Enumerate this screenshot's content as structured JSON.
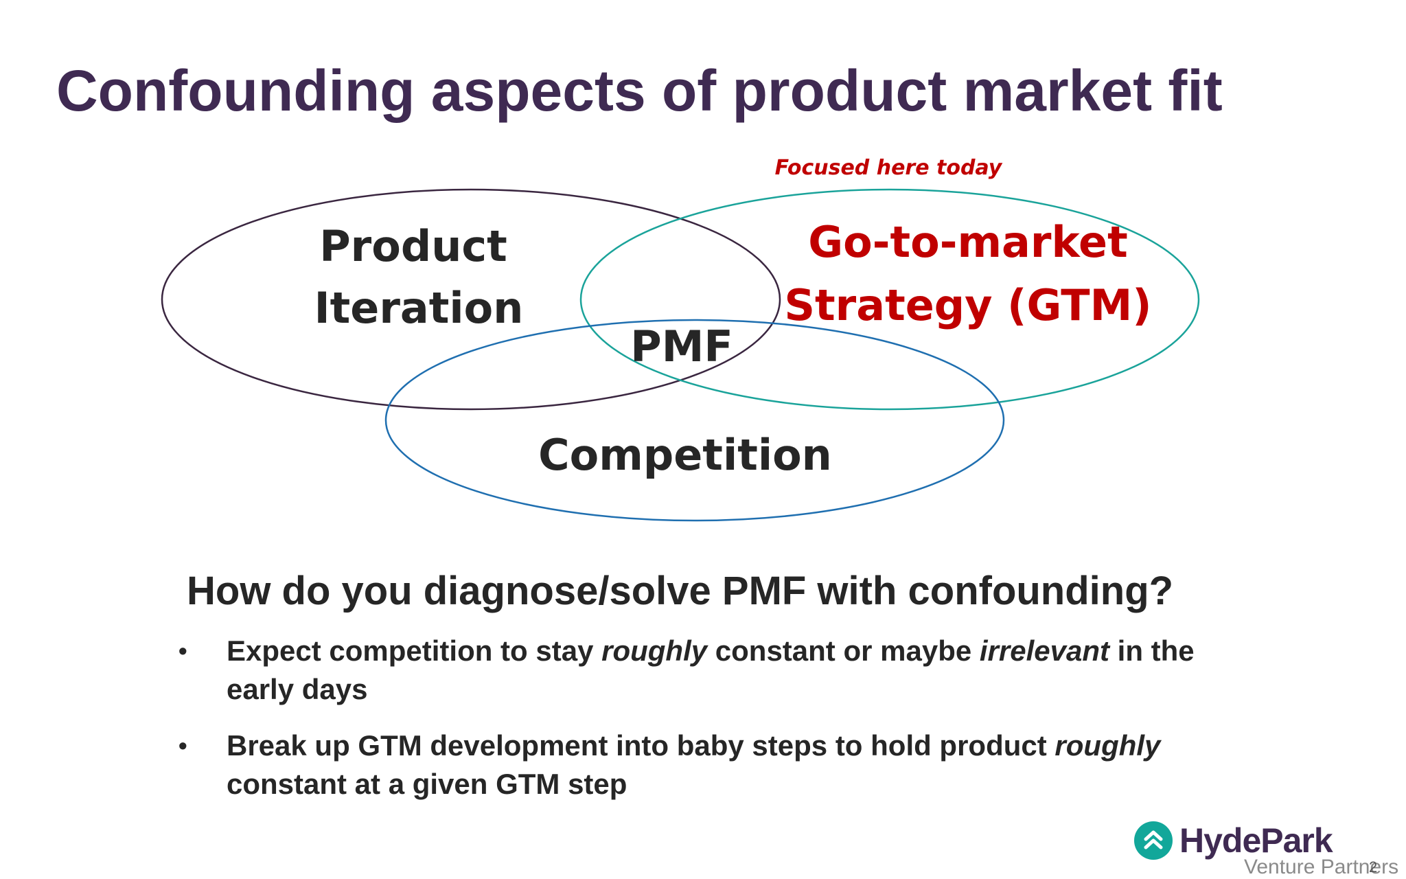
{
  "slide": {
    "title": "Confounding aspects of product market fit",
    "page_number": "2"
  },
  "venn": {
    "annotation": "Focused here today",
    "product_line1": "Product",
    "product_line2": "Iteration",
    "gtm_line1": "Go-to-market",
    "gtm_line2": "Strategy (GTM)",
    "center": "PMF",
    "competition": "Competition",
    "colors": {
      "product": "#3a2640",
      "gtm": "#1aa39a",
      "competition": "#1f6fb0",
      "highlight": "#c00000"
    }
  },
  "section": {
    "question": "How do you diagnose/solve PMF with confounding?",
    "bullet_symbol": "•",
    "bullet1": {
      "part1": "Expect competition to stay ",
      "em1": "roughly",
      "part2": " constant or maybe ",
      "em2": "irrelevant",
      "part3": " in the early days"
    },
    "bullet2": {
      "part1": "Break up GTM development into baby steps to hold product ",
      "em1": "roughly",
      "part2": " constant at a given GTM step"
    }
  },
  "logo": {
    "name": "HydePark",
    "subtitle": "Venture Partners",
    "icon": "double-chevron-up-icon"
  }
}
